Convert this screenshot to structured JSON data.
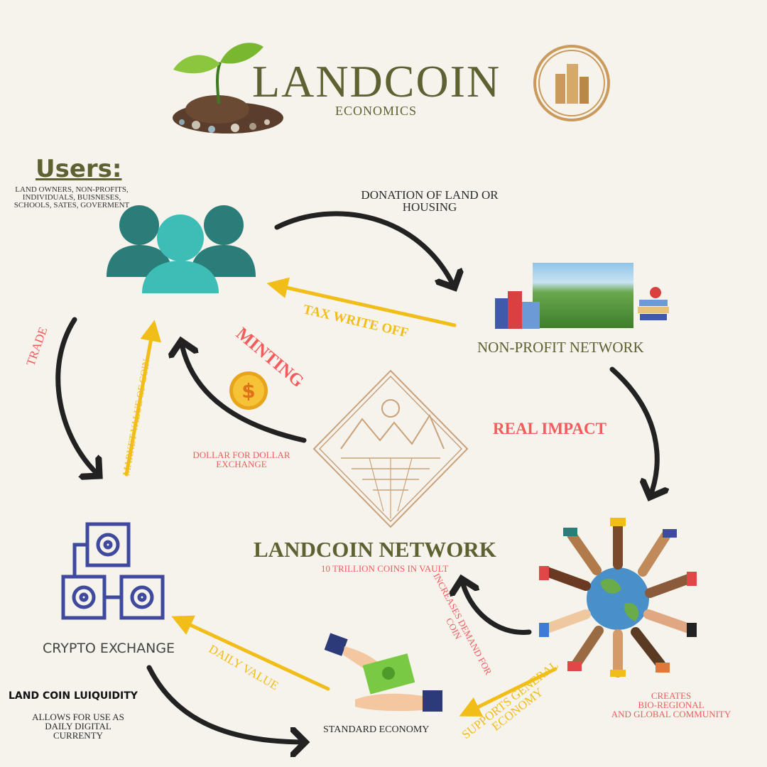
{
  "header": {
    "title": "LANDCOIN",
    "subtitle": "ECONOMICS"
  },
  "users": {
    "title": "Users:",
    "description": "LAND OWNERS, NON-PROFITS, INDIVIDUALS, BUISNESES, SCHOOLS, SATES, GOVERMENT"
  },
  "nodes": {
    "non_profit": "NON-PROFIT NETWORK",
    "landcoin_network": "LANDCOIN NETWORK",
    "vault": "10 TRILLION COINS IN VAULT",
    "crypto_exchange": "CRYPTO EXCHANGE",
    "standard_economy": "STANDARD ECONOMY",
    "community": "CREATES\nBIO-REGIONAL\nAND GLOBAL COMMUNITY"
  },
  "flows": {
    "donation": "DONATION OF LAND OR\nHOUSING",
    "tax": "TAX WRITE OFF",
    "minting": "MINTING",
    "dollar": "DOLLAR FOR DOLLAR\nEXCHANGE",
    "real_impact": "REAL IMPACT",
    "trade": "TRADE",
    "market_value": "MARKET VALUE OF COIN",
    "increases_demand": "INCREASES DEMAND FOR\nCOIN",
    "daily_value": "DAILY VALUE",
    "supports": "SUPPORTS GENERAL\nECONOMY",
    "liquidity_title": "LAND COIN LUIQUIDITY",
    "liquidity_desc": "ALLOWS FOR USE AS\nDAILY DIGITAL\nCURRENTY"
  },
  "colors": {
    "olive": "#5e6131",
    "red": "#f25c5c",
    "yellow": "#f1bd19",
    "teal": "#2a7d78",
    "teal_light": "#3dbdb6",
    "navy": "#3f4a9e",
    "gold": "#c99a5b"
  }
}
